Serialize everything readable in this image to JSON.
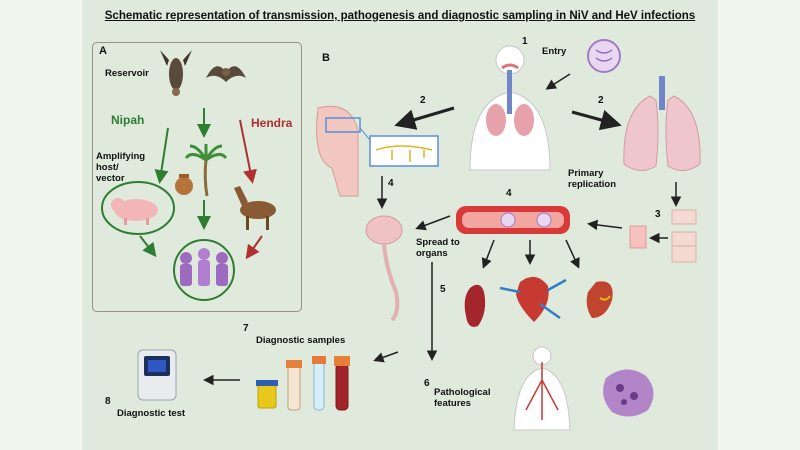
{
  "title": "Schematic representation of transmission, pathogenesis and diagnostic sampling in NiV and HeV infections",
  "panel_a": {
    "label": "A",
    "reservoir": "Reservoir",
    "nipah": "Nipah",
    "hendra": "Hendra",
    "amplifying": [
      "Amplifying",
      "host/",
      "vector"
    ]
  },
  "panel_b": {
    "label": "B",
    "steps": [
      {
        "num": "1",
        "text": "Entry"
      },
      {
        "num": "2",
        "text": ""
      },
      {
        "num": "3",
        "text": ""
      },
      {
        "num": "4",
        "text": ""
      },
      {
        "num": "5",
        "text": ""
      },
      {
        "num": "6",
        "text": "Pathological features"
      },
      {
        "num": "7",
        "text": "Diagnostic samples"
      },
      {
        "num": "8",
        "text": "Diagnostic test"
      }
    ],
    "primary_replication": [
      "Primary",
      "replication"
    ],
    "spread": [
      "Spread to",
      "organs"
    ],
    "pathological": [
      "Pathological",
      "features"
    ]
  },
  "colors": {
    "panel_bg": "#dfe9dc",
    "nipah": "#2e7d32",
    "hendra": "#b03030",
    "arrow": "#222222"
  }
}
